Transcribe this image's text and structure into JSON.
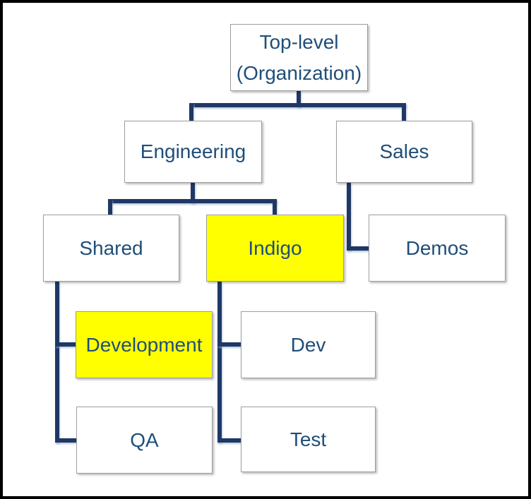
{
  "diagram": {
    "type": "org-chart-hierarchy",
    "colors": {
      "connector_line": "#1F3864",
      "node_text": "#1F4E79",
      "highlight_fill": "#FFFF00",
      "node_fill": "#FFFFFF",
      "node_border": "#9E9E9E",
      "outer_frame": "#000000"
    },
    "nodes": [
      {
        "id": "top-level",
        "label": "Top-level (Organization)",
        "label_line1": "Top-level",
        "label_line2": "(Organization)",
        "highlighted": false,
        "parent": null
      },
      {
        "id": "engineering",
        "label": "Engineering",
        "highlighted": false,
        "parent": "top-level"
      },
      {
        "id": "sales",
        "label": "Sales",
        "highlighted": false,
        "parent": "top-level"
      },
      {
        "id": "shared",
        "label": "Shared",
        "highlighted": false,
        "parent": "engineering"
      },
      {
        "id": "indigo",
        "label": "Indigo",
        "highlighted": true,
        "parent": "engineering"
      },
      {
        "id": "demos",
        "label": "Demos",
        "highlighted": false,
        "parent": "sales"
      },
      {
        "id": "development",
        "label": "Development",
        "highlighted": true,
        "parent": "shared"
      },
      {
        "id": "dev",
        "label": "Dev",
        "highlighted": false,
        "parent": "indigo"
      },
      {
        "id": "qa",
        "label": "QA",
        "highlighted": false,
        "parent": "shared"
      },
      {
        "id": "test",
        "label": "Test",
        "highlighted": false,
        "parent": "indigo"
      }
    ]
  }
}
